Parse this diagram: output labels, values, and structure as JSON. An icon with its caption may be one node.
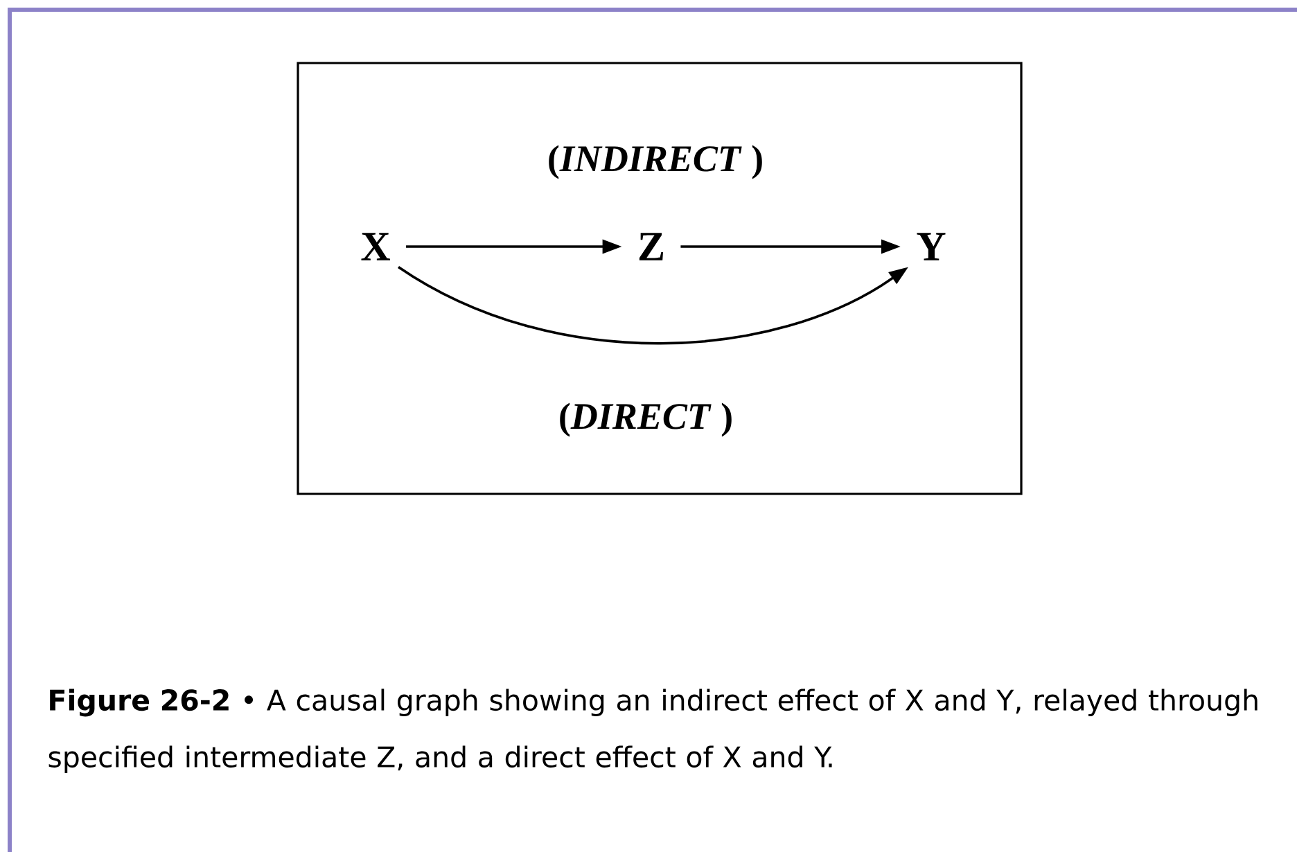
{
  "diagram": {
    "caption": "**Figure 26-2** • A causal graph showing an indirect effect of X and Y, relayed through specified intermediate Z, and a direct effect of X and Y.",
    "nodes": [
      {
        "text": [],
        "shape": "box"
      },
      {
        "text": [
          "X"
        ],
        "in": 0
      },
      {
        "text": [
          "Z"
        ],
        "in": 0
      },
      {
        "text": [
          "Y"
        ],
        "in": 0
      }
    ],
    "edges": [
      {
        "from": 1,
        "to": 2,
        "arrow": "to"
      },
      {
        "from": 2,
        "to": 3,
        "arrow": "to"
      },
      {
        "from": 1,
        "to": 3,
        "arrow": "to"
      }
    ],
    "labels": [
      "(*INDIRECT* )",
      "(*DIRECT* )"
    ]
  }
}
